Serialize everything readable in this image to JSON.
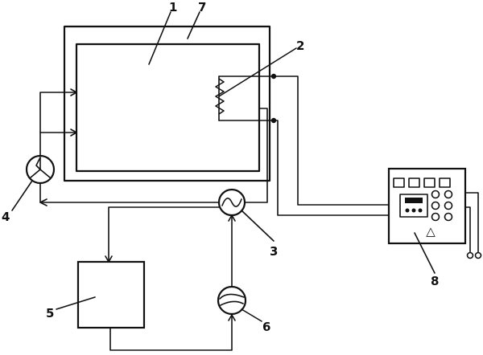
{
  "diagram": {
    "labels": {
      "chamber": "1",
      "heater": "2",
      "heat_exchanger": "3",
      "fan": "4",
      "unit_5": "5",
      "pump": "6",
      "insulation_wall": "7",
      "control_panel": "8"
    },
    "panel_symbol": "△"
  }
}
